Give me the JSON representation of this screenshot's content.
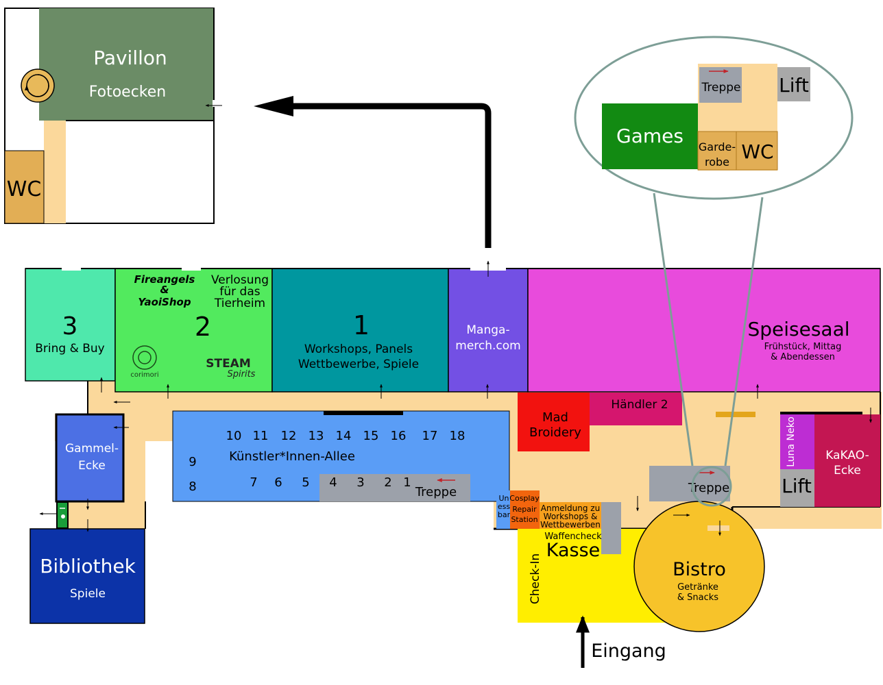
{
  "colors": {
    "corridor": "#FBD89B",
    "pavillon": "#6B8C66",
    "wc": "#E2AE55",
    "room3": "#4FE8AC",
    "room2": "#52EA5E",
    "room1": "#00979F",
    "mangamerch": "#7350E4",
    "speisesaal": "#E84BDC",
    "kuenstler": "#5A9DF6",
    "treppe": "#9CA1AA",
    "gammel": "#4C70E4",
    "bibliothek": "#0C33A8",
    "mad": "#F2120F",
    "haendler2": "#D5166E",
    "lunaneko": "#BD2DD3",
    "kakao": "#C31652",
    "lift": "#A8A8A8",
    "kasse": "#FFEE00",
    "bistro": "#F7C32A",
    "cosplay": "#F2650E",
    "anmeldung": "#F6A01E",
    "games": "#128A12",
    "zoom_outline": "#7D9E96"
  },
  "rooms": {
    "pavillon": {
      "title": "Pavillon",
      "subtitle": "Fotoecken"
    },
    "wc_top": {
      "label": "WC"
    },
    "room3": {
      "number": "3",
      "subtitle": "Bring & Buy"
    },
    "room2": {
      "number": "2",
      "sign_line1": "Fireangels",
      "sign_line2": "&",
      "sign_line3": "YaoiShop",
      "verlosung_line1": "Verlosung",
      "verlosung_line2": "für das",
      "verlosung_line3": "Tierheim",
      "logo1": "corimori",
      "logo2_line1": "STEAM",
      "logo2_line2": "Spirits"
    },
    "room1": {
      "number": "1",
      "line1": "Workshops, Panels",
      "line2": "Wettbewerbe, Spiele"
    },
    "mangamerch": {
      "line1": "Manga-",
      "line2": "merch.com"
    },
    "speisesaal": {
      "title": "Speisesaal",
      "line1": "Frühstück, Mittag",
      "line2": "& Abendessen"
    },
    "kuenstler": {
      "title": "Künstler*Innen-Allee",
      "top_numbers": [
        "10",
        "11",
        "12",
        "13",
        "14",
        "15",
        "16",
        "17",
        "18"
      ],
      "side_numbers": [
        "9",
        "8"
      ],
      "bottom_numbers": [
        "7",
        "6",
        "5",
        "4",
        "3",
        "2",
        "1"
      ],
      "treppe": "Treppe"
    },
    "gammel": {
      "line1": "Gammel-",
      "line2": "Ecke"
    },
    "bibliothek": {
      "title": "Bibliothek",
      "subtitle": "Spiele"
    },
    "mad": {
      "line1": "Mad",
      "line2": "Broidery"
    },
    "haendler2": {
      "label": "Händler 2"
    },
    "lunaneko": {
      "label": "Luna Neko"
    },
    "kakao": {
      "line1": "KaKAO-",
      "line2": "Ecke"
    },
    "lift_main": {
      "label": "Lift"
    },
    "treppe_main": {
      "label": "Treppe"
    },
    "unessbar": {
      "line1": "Un",
      "line2": "ess",
      "line3": "bar"
    },
    "cosplay": {
      "line1": "Cosplay",
      "line2": "Repair",
      "line3": "Station"
    },
    "anmeldung": {
      "line1": "Anmeldung zu",
      "line2": "Workshops &",
      "line3": "Wettbewerben"
    },
    "kasse": {
      "pre": "Waffencheck",
      "title": "Kasse",
      "checkin": "Check-In"
    },
    "bistro": {
      "title": "Bistro",
      "line1": "Getränke",
      "line2": "& Snacks"
    },
    "eingang": {
      "label": "Eingang"
    }
  },
  "zoom": {
    "treppe": "Treppe",
    "lift": "Lift",
    "games": "Games",
    "garderobe_line1": "Garde-",
    "garderobe_line2": "robe",
    "wc": "WC"
  }
}
